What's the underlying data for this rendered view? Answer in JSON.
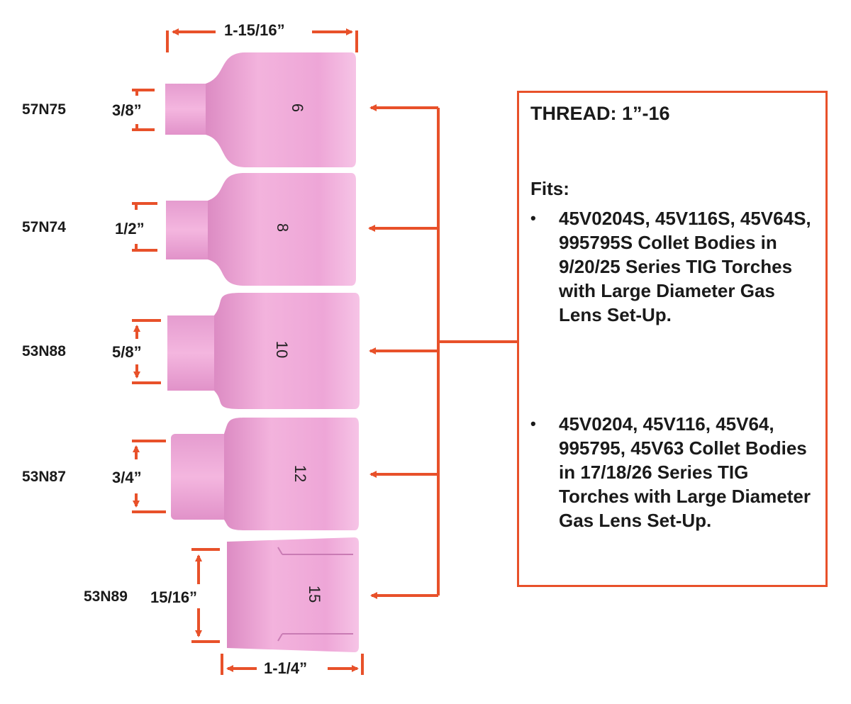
{
  "top_dimension": "1-15/16”",
  "bottom_dimension": "1-1/4”",
  "cups": [
    {
      "part": "57N75",
      "size": "3/8”",
      "number": "6"
    },
    {
      "part": "57N74",
      "size": "1/2”",
      "number": "8"
    },
    {
      "part": "53N88",
      "size": "5/8”",
      "number": "10"
    },
    {
      "part": "53N87",
      "size": "3/4”",
      "number": "12"
    },
    {
      "part": "53N89",
      "size": "15/16”",
      "number": "15"
    }
  ],
  "info": {
    "thread": "THREAD: 1”-16",
    "fits_label": "Fits:",
    "fits": [
      "45V0204S, 45V116S, 45V64S, 995795S Collet Bodies in 9/20/25 Series TIG Torches with Large Diameter Gas Lens Set-Up.",
      "45V0204, 45V116, 45V64, 995795, 45V63 Collet Bodies in 17/18/26 Series TIG Torches with Large Diameter Gas Lens Set-Up."
    ]
  },
  "colors": {
    "accent": "#e8512a",
    "cup": "#ec9fd2",
    "cup_shadow": "#d07cb6",
    "text": "#1a1a1a"
  }
}
